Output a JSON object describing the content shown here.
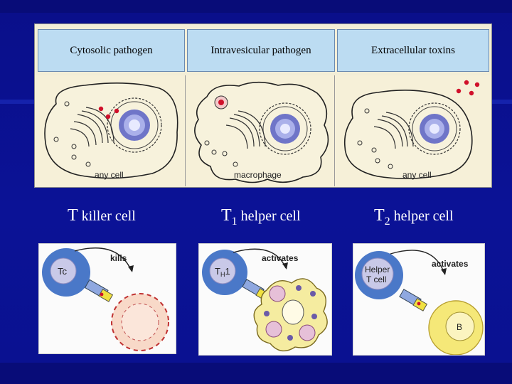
{
  "slide": {
    "background": "#0b1296"
  },
  "headers": [
    "Cytosolic pathogen",
    "Intravesicular pathogen",
    "Extracellular toxins"
  ],
  "cells": [
    {
      "label": "any cell"
    },
    {
      "label": "macrophage"
    },
    {
      "label": "any cell"
    }
  ],
  "captions": [
    {
      "letter": "T",
      "sub": "",
      "rest": " killer cell"
    },
    {
      "letter": "T",
      "sub": "1",
      "rest": " helper cell"
    },
    {
      "letter": "T",
      "sub": "2",
      "rest": " helper cell"
    }
  ],
  "cards": [
    {
      "cell_label": "Tc",
      "verb": "kills",
      "target_label": ""
    },
    {
      "cell_label": "T",
      "cell_label_sub": "H",
      "cell_label_tail": "1",
      "verb": "activates",
      "target_label": ""
    },
    {
      "cell_label": "Helper",
      "cell_label_line2": "T cell",
      "verb": "activates",
      "target_label": "B"
    }
  ],
  "colors": {
    "header_fill": "#bcdcf2",
    "panel_fill": "#f3eed7",
    "pathogen_red": "#d0102a",
    "t_cell_blue": "#4a78c8",
    "macrophage_yellow": "#f5eca0",
    "b_cell_yellow": "#f5e878",
    "dying_cell_pink": "#f8d9c8"
  }
}
